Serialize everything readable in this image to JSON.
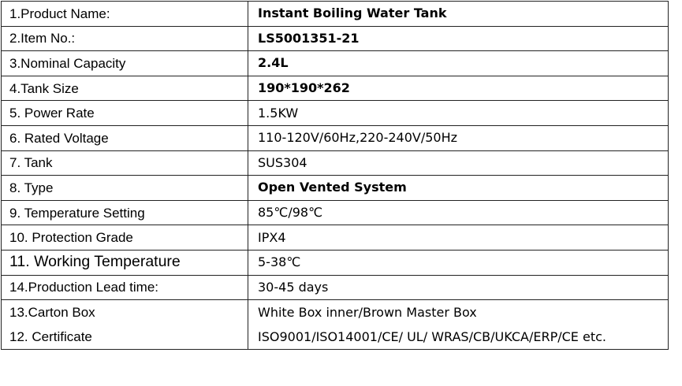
{
  "rows": [
    {
      "label": "1.Product Name:",
      "value": "Instant Boiling Water Tank",
      "bold": true
    },
    {
      "label": "2.Item No.:",
      "value": "LS5001351-21",
      "bold": true
    },
    {
      "label": "3.Nominal Capacity",
      "value": "2.4L",
      "bold": true
    },
    {
      "label": "4.Tank Size",
      "value": "190*190*262",
      "bold": true
    },
    {
      "label": "5. Power Rate",
      "value": "1.5KW",
      "bold": false
    },
    {
      "label": "6. Rated Voltage",
      "value": "110-120V/60Hz,220-240V/50Hz",
      "bold": false
    },
    {
      "label": "7. Tank",
      "value": "SUS304",
      "bold": false
    },
    {
      "label": "8. Type",
      "value": "Open Vented System",
      "bold": true
    },
    {
      "label": "9. Temperature Setting",
      "value": "85℃/98℃",
      "bold": false
    },
    {
      "label": "10. Protection Grade",
      "value": "IPX4",
      "bold": false
    },
    {
      "label": "11. Working Temperature",
      "value": "5-38℃",
      "bold": false
    },
    {
      "label": "14.Production Lead time:",
      "value": "30-45 days",
      "bold": false
    },
    {
      "label": "13.Carton Box",
      "value": "White Box inner/Brown Master Box",
      "bold": false
    },
    {
      "label": "12. Certificate",
      "value": "ISO9001/ISO14001/CE/ UL/ WRAS/CB/UKCA/ERP/CE etc.",
      "bold": false
    }
  ]
}
